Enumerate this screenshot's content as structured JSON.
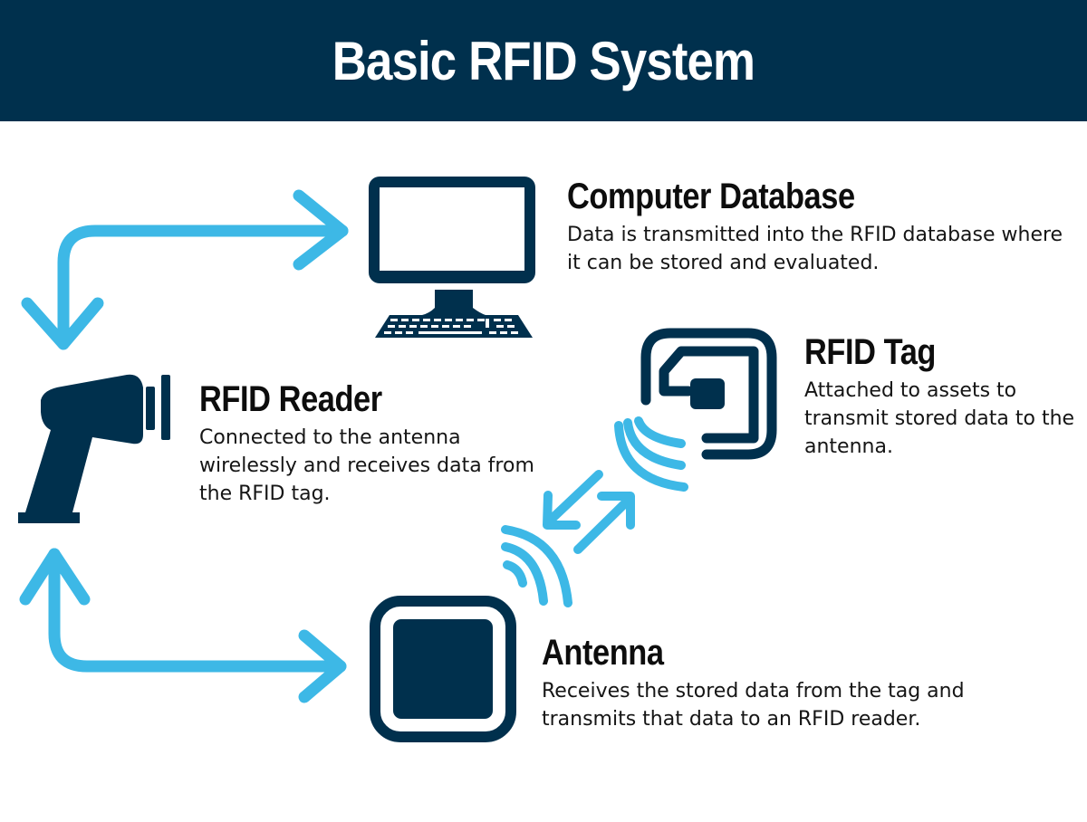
{
  "header": {
    "title": "Basic RFID System"
  },
  "colors": {
    "navy": "#00304d",
    "arrow_blue": "#3db8e6",
    "text": "#111111",
    "background": "#ffffff"
  },
  "components": {
    "computer_database": {
      "icon": "desktop-computer-icon",
      "title": "Computer Database",
      "description": "Data is transmitted into the RFID database where it can be stored and evaluated."
    },
    "rfid_tag": {
      "icon": "rfid-tag-icon",
      "title": "RFID Tag",
      "description": "Attached to assets to transmit stored data to the antenna."
    },
    "rfid_reader": {
      "icon": "barcode-scanner-icon",
      "title": "RFID Reader",
      "description": "Connected to the antenna wirelessly and receives data from the RFID tag."
    },
    "antenna": {
      "icon": "antenna-icon",
      "title": "Antenna",
      "description": "Receives the stored data from the tag and transmits that data to an RFID reader."
    }
  },
  "connections": [
    {
      "from": "rfid_reader",
      "to": "computer_database",
      "direction": "bidirectional"
    },
    {
      "from": "rfid_reader",
      "to": "antenna",
      "direction": "bidirectional"
    },
    {
      "from": "antenna",
      "to": "rfid_tag",
      "direction": "bidirectional"
    }
  ]
}
